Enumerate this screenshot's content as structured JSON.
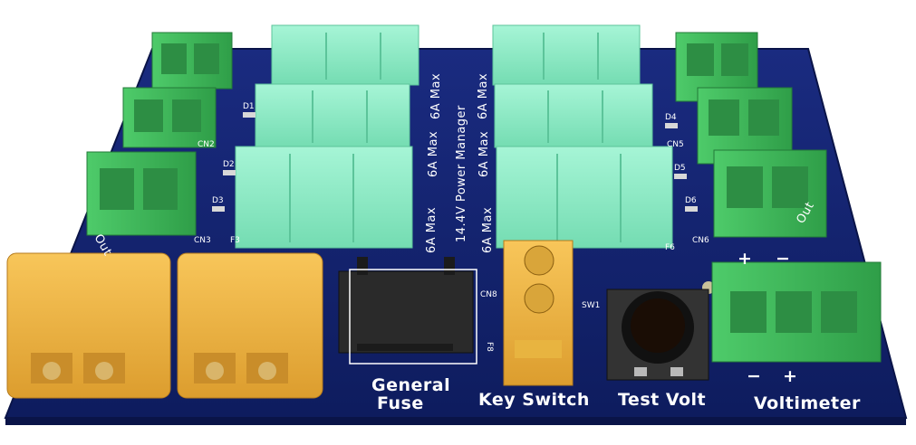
{
  "board": {
    "colors": {
      "pcb": "#10206a",
      "pcb_edge": "#0a1448",
      "fuse_holder": "#8ff0c8",
      "terminal": "#3ec25e",
      "xt60": "#f2b94a",
      "fuse": "#2a2a2a",
      "switch_body": "#f5c230",
      "button_body": "#333333"
    },
    "titles": {
      "power_manager": "14.4V Power Manager",
      "general_fuse": "General",
      "general_fuse_2": "Fuse",
      "key_switch": "Key Switch",
      "test_volt": "Test Volt",
      "voltimeter": "Voltimeter"
    },
    "ratings": {
      "f1": "6A Max",
      "f2": "6A Max",
      "f3": "6A Max",
      "f4": "6A Max",
      "f5": "6A Max",
      "f6": "6A Max"
    },
    "refdes": {
      "cn2": "CN2",
      "cn3": "CN3",
      "cn5": "CN5",
      "cn6": "CN6",
      "cn8": "CN8",
      "f3": "F3",
      "f6": "F6",
      "f8": "F8",
      "d1": "D1",
      "d2": "D2",
      "d3": "D3",
      "d4": "D4",
      "d5": "D5",
      "d6": "D6",
      "sw1": "SW1"
    },
    "side_labels": {
      "left_out": "Out",
      "right_out": "Out"
    },
    "polarity": {
      "top_plus": "+",
      "top_minus": "−",
      "bottom_minus": "−",
      "bottom_plus": "+"
    }
  }
}
